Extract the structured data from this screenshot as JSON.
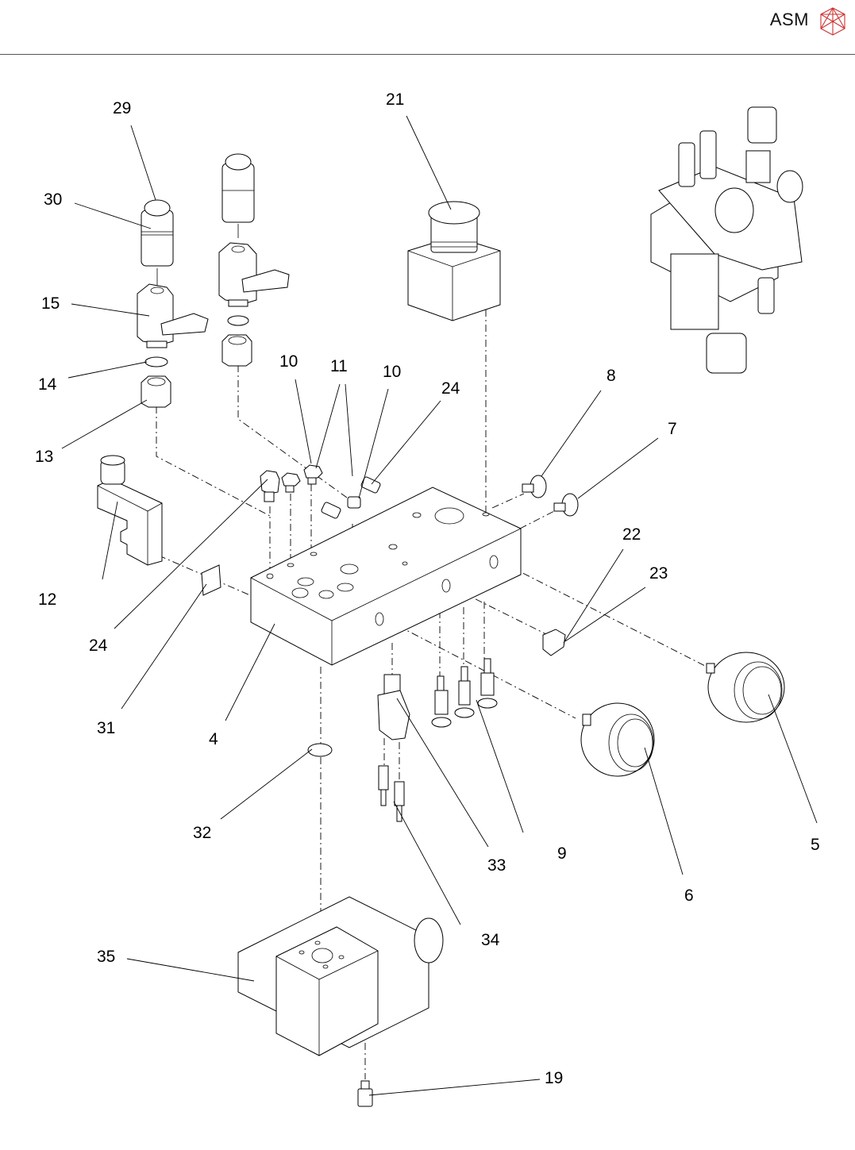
{
  "header": {
    "brand": "ASM",
    "logo_icon": "asm-crystal-logo-icon",
    "logo_color": "#cc3333"
  },
  "drawing": {
    "type": "exploded-parts-diagram",
    "callouts": [
      {
        "id": "c29",
        "label": "29"
      },
      {
        "id": "c30",
        "label": "30"
      },
      {
        "id": "c15",
        "label": "15"
      },
      {
        "id": "c14",
        "label": "14"
      },
      {
        "id": "c13",
        "label": "13"
      },
      {
        "id": "c21",
        "label": "21"
      },
      {
        "id": "c10a",
        "label": "10"
      },
      {
        "id": "c11",
        "label": "11"
      },
      {
        "id": "c10b",
        "label": "10"
      },
      {
        "id": "c24a",
        "label": "24"
      },
      {
        "id": "c8",
        "label": "8"
      },
      {
        "id": "c7",
        "label": "7"
      },
      {
        "id": "c12",
        "label": "12"
      },
      {
        "id": "c22",
        "label": "22"
      },
      {
        "id": "c23",
        "label": "23"
      },
      {
        "id": "c24b",
        "label": "24"
      },
      {
        "id": "c31",
        "label": "31"
      },
      {
        "id": "c4",
        "label": "4"
      },
      {
        "id": "c32",
        "label": "32"
      },
      {
        "id": "c33",
        "label": "33"
      },
      {
        "id": "c9",
        "label": "9"
      },
      {
        "id": "c5",
        "label": "5"
      },
      {
        "id": "c6",
        "label": "6"
      },
      {
        "id": "c34",
        "label": "34"
      },
      {
        "id": "c35",
        "label": "35"
      },
      {
        "id": "c19",
        "label": "19"
      }
    ]
  }
}
